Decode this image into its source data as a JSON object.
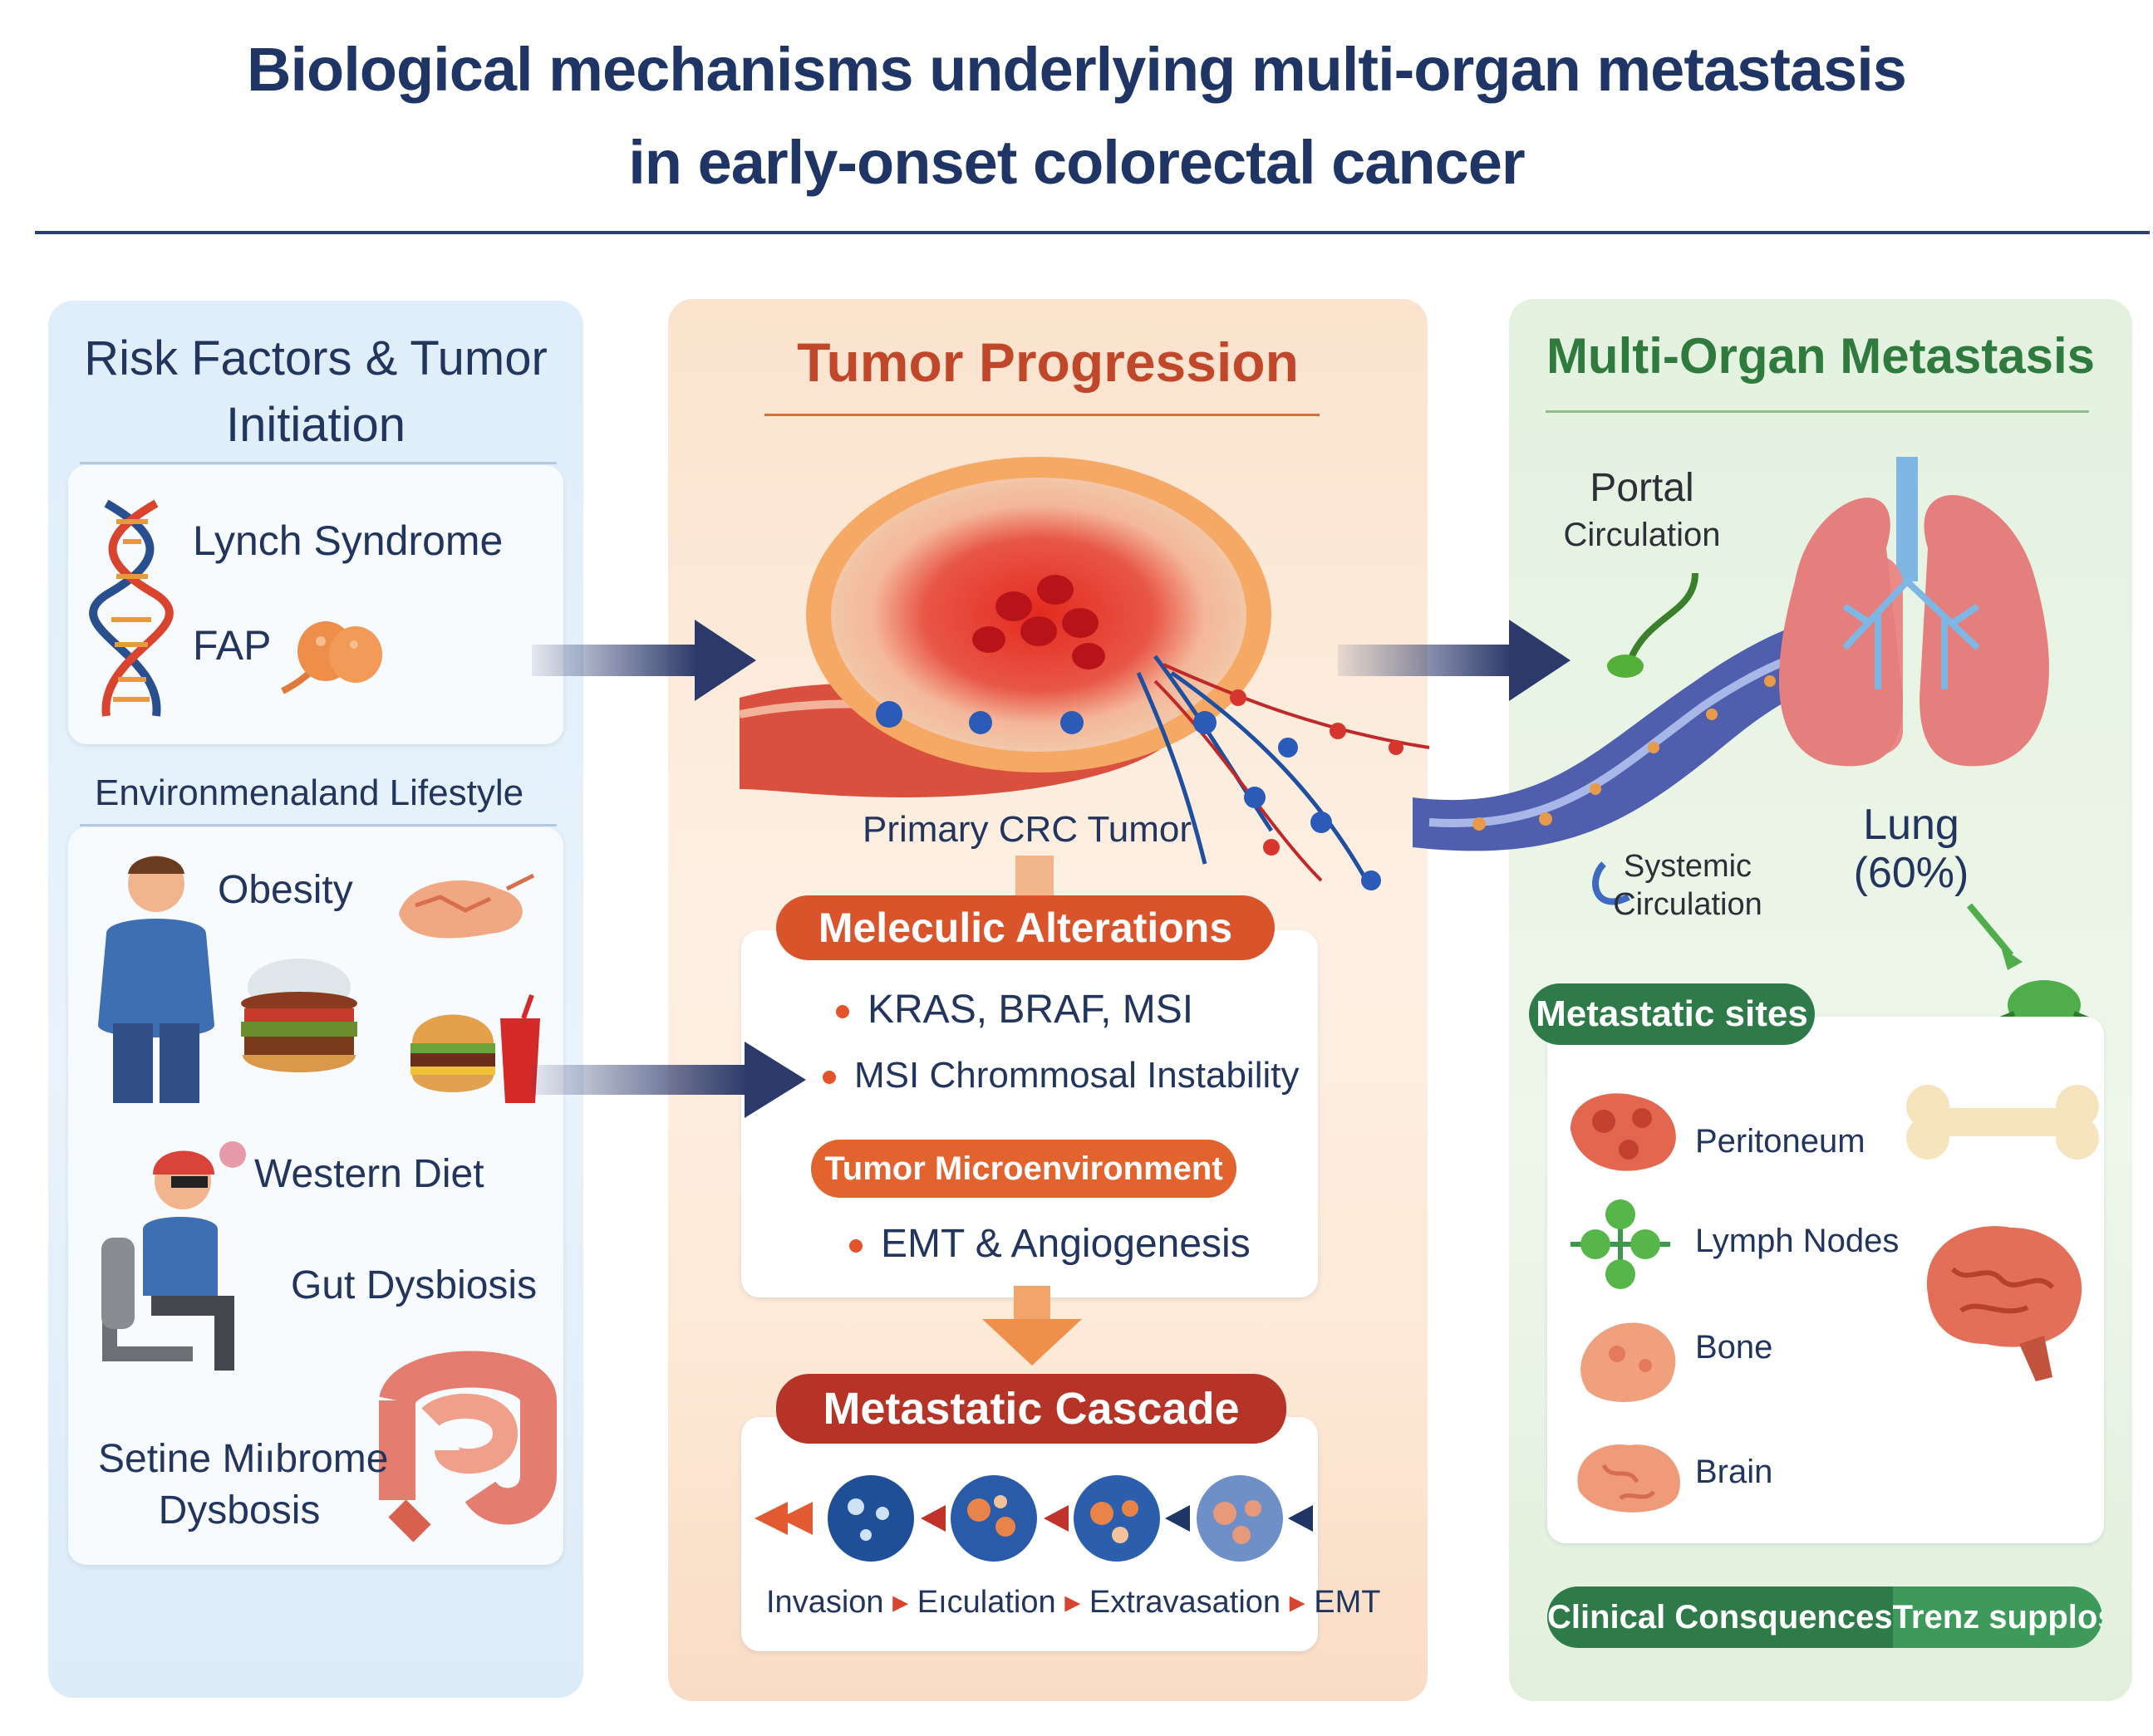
{
  "title": {
    "line1": "Biological mechanisms underlying multi-organ metastasis",
    "line2": "in early-onset colorectal cancer"
  },
  "left_panel": {
    "heading_line1": "Risk Factors & Tumor",
    "heading_line2": "Initiation",
    "genetic": [
      "Lynch Syndrome",
      "FAP"
    ],
    "env_heading": "Environmenaland Lifestyle",
    "env_items": {
      "obesity": "Obesity",
      "western_diet": "Western Diet",
      "gut_dysbiosis": "Gut Dysbiosis",
      "microbiome_line1": "Setine Miıbrome",
      "microbiome_line2": "Dysbosis"
    }
  },
  "mid_panel": {
    "heading": "Tumor Progression",
    "tumor_label": "Primary CRC Tumor",
    "molecular_pill": "Meleculic Alterations",
    "molecular_items": [
      "KRAS, BRAF, MSI",
      "MSI  Chrommosal Instability"
    ],
    "microenv_pill": "Tumor Microenvironment",
    "microenv_items": [
      "EMT & Angiogenesis"
    ],
    "cascade_pill": "Metastatic Cascade",
    "cascade_steps": [
      "Invasion",
      "Eıculation",
      "Extravasation",
      "EMT"
    ]
  },
  "right_panel": {
    "heading": "Multi-Organ Metastasis",
    "portal_line1": "Portal",
    "portal_line2": "Circulation",
    "systemic_line1": "Systemic",
    "systemic_line2": "Circulation",
    "lung_line1": "Lung",
    "lung_line2": "(60%)",
    "sites_pill": "Metastatic sites",
    "sites": [
      "Peritoneum",
      "Lymph Nodes",
      "Bone",
      "Brain"
    ],
    "clinical_left": "Clinical Consquences",
    "clinical_right": "Trenz supplosr"
  },
  "colors": {
    "title": "#1f3566",
    "left_text": "#22355f",
    "mid_heading": "#c0472a",
    "pill_orange": "#d9532b",
    "pill_red": "#b53327",
    "right_heading": "#2f7a3d",
    "pill_green": "#2f7a49",
    "arrow": "#2c3a6b"
  }
}
